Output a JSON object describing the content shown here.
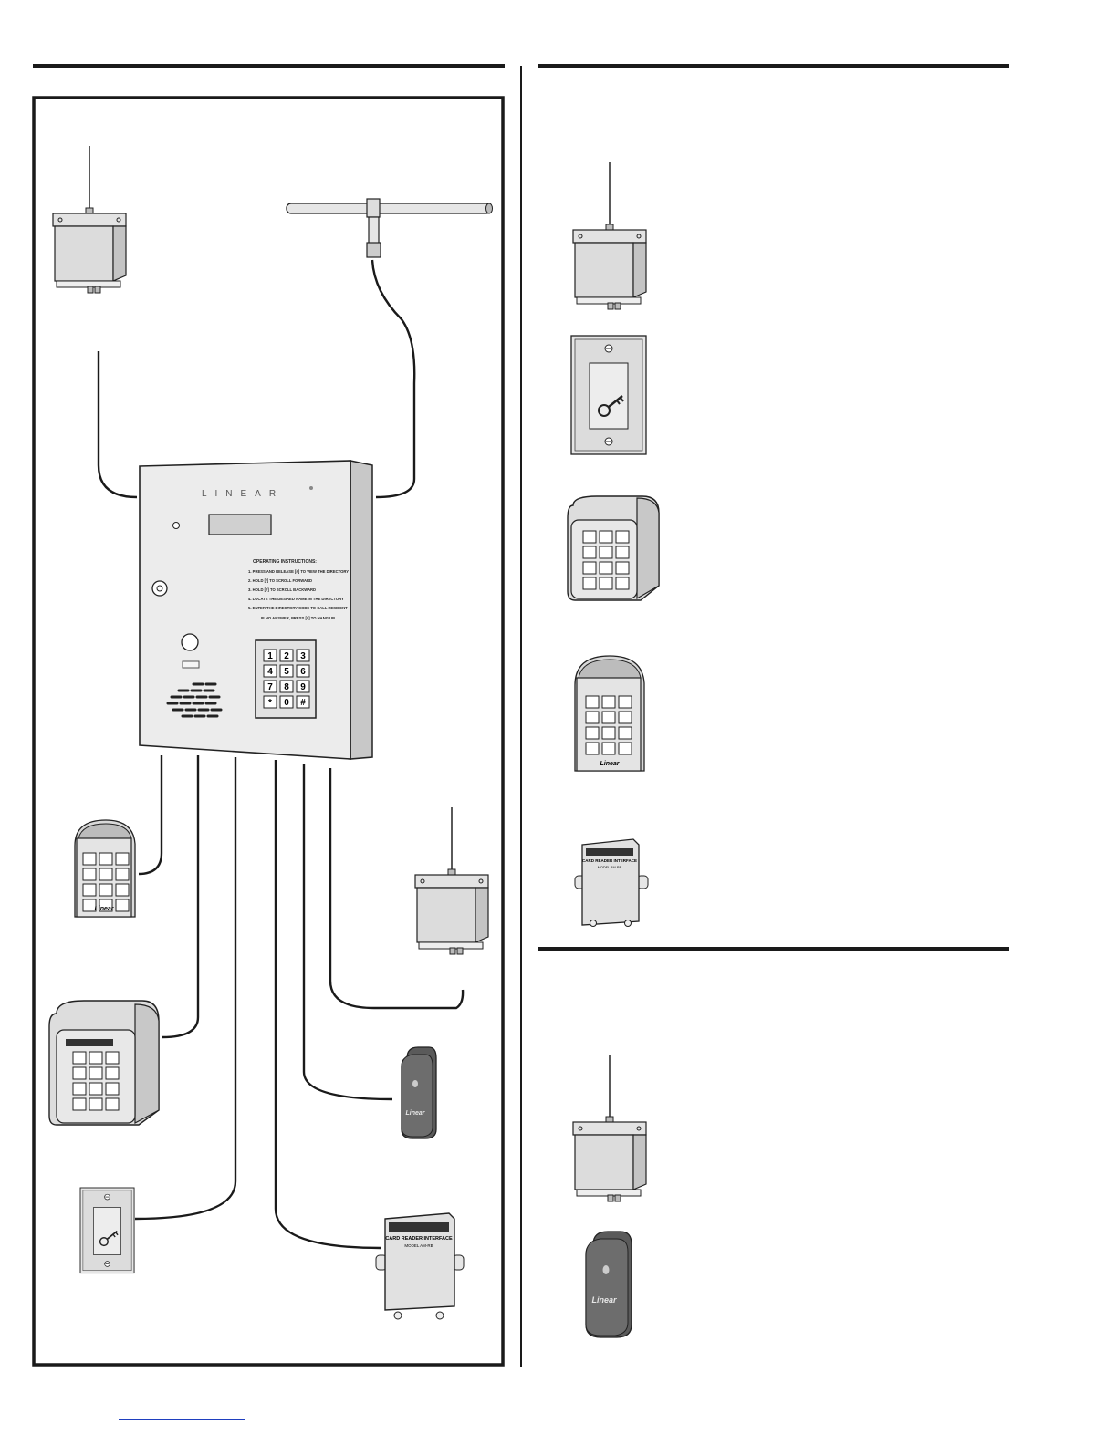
{
  "intercom": {
    "brand": "LINEAR",
    "instructions_title": "OPERATING INSTRUCTIONS:",
    "instructions": [
      "1. PRESS AND RELEASE [#] TO VIEW THE DIRECTORY",
      "2. HOLD [*] TO SCROLL FORWARD",
      "3. HOLD [#] TO SCROLL BACKWARD",
      "4. LOCATE THE DESIRED NAME IN THE DIRECTORY",
      "5. ENTER THE DIRECTORY CODE TO CALL RESIDENT",
      "IF NO ANSWER, PRESS [#] TO HANG UP"
    ],
    "keys": [
      "1",
      "2",
      "3",
      "4",
      "5",
      "6",
      "7",
      "8",
      "9",
      "*",
      "0",
      "#"
    ]
  },
  "device_labels": {
    "brand_small": "Linear",
    "card_reader_title": "CARD READER INTERFACE",
    "card_reader_model": "MODEL AM-RB"
  },
  "colors": {
    "line": "#1a1a1a",
    "device_fill": "#e3e3e3",
    "device_shade": "#c4c4c4",
    "proximity_reader": "#555555",
    "link": "#1f3fbf"
  }
}
